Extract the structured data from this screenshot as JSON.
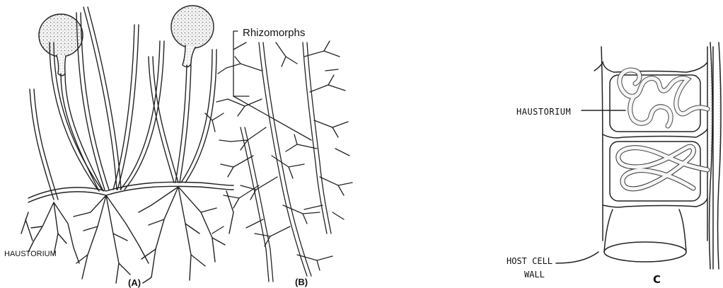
{
  "panel_a": {
    "label": "(A)",
    "haustorium_label": "HAUSTORIUM"
  },
  "panel_b": {
    "label": "(B)",
    "rhizomorphs_label": "Rhizomorphs"
  },
  "panel_c": {
    "label": "C",
    "haustorium_label": "HAUSTORIUM",
    "host_cell_wall_line1": "HOST CELL",
    "host_cell_wall_line2": "WALL"
  }
}
